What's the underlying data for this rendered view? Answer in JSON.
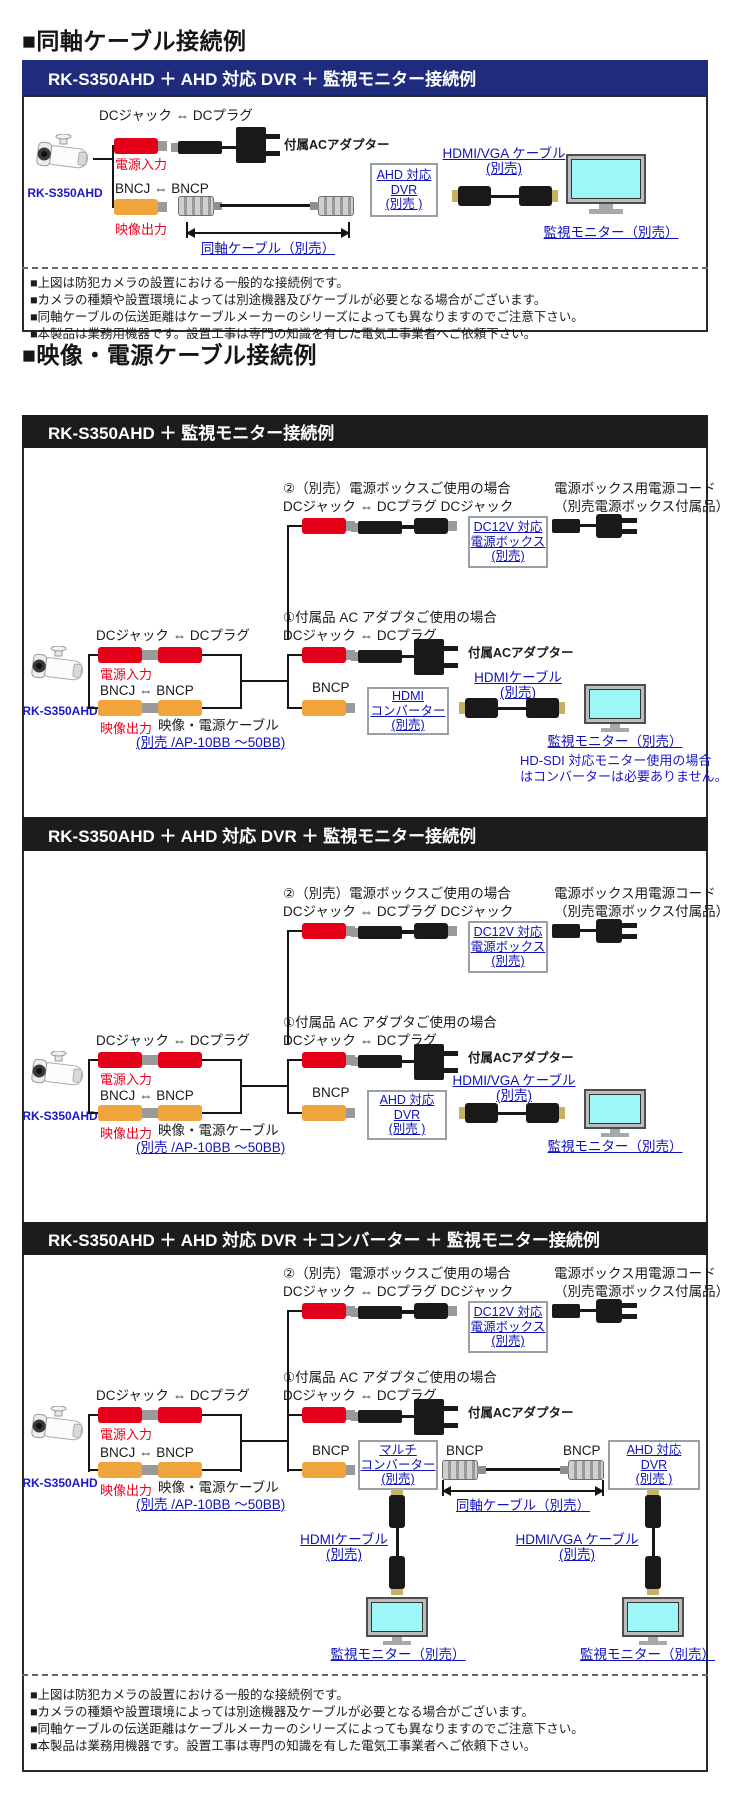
{
  "titles": {
    "coax": "■同軸ケーブル接続例",
    "av_power": "■映像・電源ケーブル接続例"
  },
  "bars": {
    "b1": "RK-S350AHD ＋ AHD 対応 DVR ＋ 監視モニター接続例",
    "b2": "RK-S350AHD ＋ 監視モニター接続例",
    "b3": "RK-S350AHD ＋ AHD 対応 DVR ＋ 監視モニター接続例",
    "b4": "RK-S350AHD ＋ AHD 対応 DVR ＋コンバーター ＋ 監視モニター接続例"
  },
  "labels": {
    "camera": "RK-S350AHD",
    "dc_pair": "DCジャック ⇔ DCプラグ",
    "dc_triple": "DCジャック ⇔ DCプラグ DCジャック",
    "power_in": "電源入力",
    "video_out": "映像出力",
    "bnc_pair": "BNCJ ⇔ BNCP",
    "bncp": "BNCP",
    "ac_adapter": "付属ACアダプター",
    "coax_cable": "同軸ケーブル（別売）",
    "monitor": "監視モニター（別売）",
    "case2": "②（別売）電源ボックスご使用の場合",
    "case1": "①付属品 AC アダプタご使用の場合",
    "pbox_cord1": "電源ボックス用電源コード",
    "pbox_cord2": "（別売電源ボックス付属品）",
    "av_cable1": "映像・電源ケーブル",
    "av_cable2": "(別売 /AP-10BB ～50BB)",
    "hdmi_vga": "HDMI/VGA ケーブル",
    "hdmi": "HDMIケーブル",
    "sold": "(別売)",
    "hdsdi1": "HD-SDI 対応モニター使用の場合",
    "hdsdi2": "はコンバーターは必要ありません。"
  },
  "boxes": {
    "dvr1": "AHD 対応",
    "dvr2": "DVR",
    "dvr3": "(別売 )",
    "dc12v1": "DC12V 対応",
    "dc12v2": "電源ボックス",
    "dc12v3": "(別売)",
    "hconv1": "HDMI",
    "hconv2": "コンバーター",
    "hconv3": "(別売)",
    "mconv1": "マルチ",
    "mconv2": "コンバーター",
    "mconv3": "(別売)"
  },
  "notes_top": [
    "■上図は防犯カメラの設置における一般的な接続例です。",
    "■カメラの種類や設置環境によっては別途機器及びケーブルが必要となる場合がございます。",
    "■同軸ケーブルの伝送距離はケーブルメーカーのシリーズによっても異なりますのでご注意下さい。",
    "■本製品は業務用機器です。設置工事は専門の知識を有した電気工事業者へご依頼下さい。"
  ],
  "notes_bottom": [
    "■上図は防犯カメラの設置における一般的な接続例です。",
    "■カメラの種類や設置環境によっては別途機器及ケーブルが必要となる場合がございます。",
    "■同軸ケーブルの伝送距離はケーブルメーカーのシリーズによっても異なりますのでご注意下さい。",
    "■本製品は業務用機器です。設置工事は専門の知識を有した電気工事業者へご依頼下さい。"
  ],
  "colors": {
    "header_navy": "#1f2c7e",
    "header_black": "#1c1c1c",
    "connector_red": "#e50019",
    "connector_orange": "#f0a43c",
    "link_blue": "#1013b8",
    "label_red": "#e8001c",
    "monitor_screen": "#9ef7f7"
  }
}
